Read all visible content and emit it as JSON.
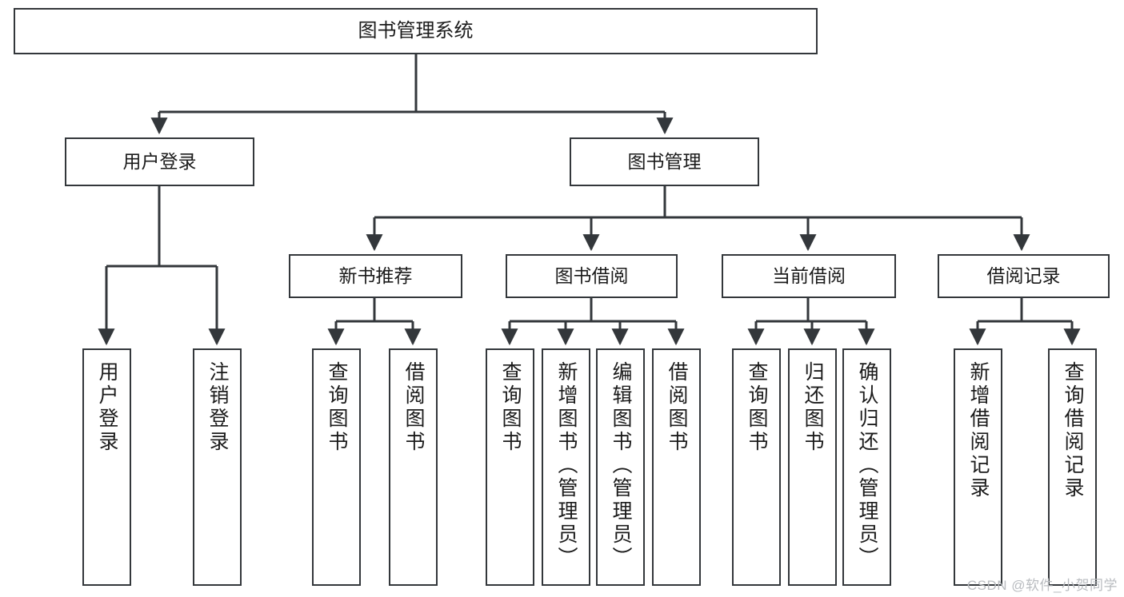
{
  "diagram": {
    "title": "图书管理系统",
    "type": "tree-hierarchy-diagram",
    "colors": {
      "box_border": "#33373b",
      "box_fill": "#ffffff",
      "edge": "#33373b",
      "text": "#1b1b1b",
      "watermark": "#b9bcc0",
      "background": "#ffffff"
    },
    "watermark": "CSDN @软件_小贺同学",
    "levels": {
      "level0": {
        "label": "图书管理系统"
      },
      "level1": [
        {
          "label": "用户登录"
        },
        {
          "label": "图书管理"
        }
      ],
      "level2": [
        {
          "label": "新书推荐"
        },
        {
          "label": "图书借阅"
        },
        {
          "label": "当前借阅"
        },
        {
          "label": "借阅记录"
        }
      ],
      "level3": [
        {
          "label": "用户登录",
          "parent": "用户登录"
        },
        {
          "label": "注销登录",
          "parent": "用户登录"
        },
        {
          "label": "查询图书",
          "parent": "新书推荐"
        },
        {
          "label": "借阅图书",
          "parent": "新书推荐"
        },
        {
          "label": "查询图书",
          "parent": "图书借阅"
        },
        {
          "label": "新增图书（管理员）",
          "parent": "图书借阅"
        },
        {
          "label": "编辑图书（管理员）",
          "parent": "图书借阅"
        },
        {
          "label": "借阅图书",
          "parent": "图书借阅"
        },
        {
          "label": "查询图书",
          "parent": "当前借阅"
        },
        {
          "label": "归还图书",
          "parent": "当前借阅"
        },
        {
          "label": "确认归还（管理员）",
          "parent": "当前借阅"
        },
        {
          "label": "新增借阅记录",
          "parent": "借阅记录"
        },
        {
          "label": "查询借阅记录",
          "parent": "借阅记录"
        }
      ]
    }
  }
}
